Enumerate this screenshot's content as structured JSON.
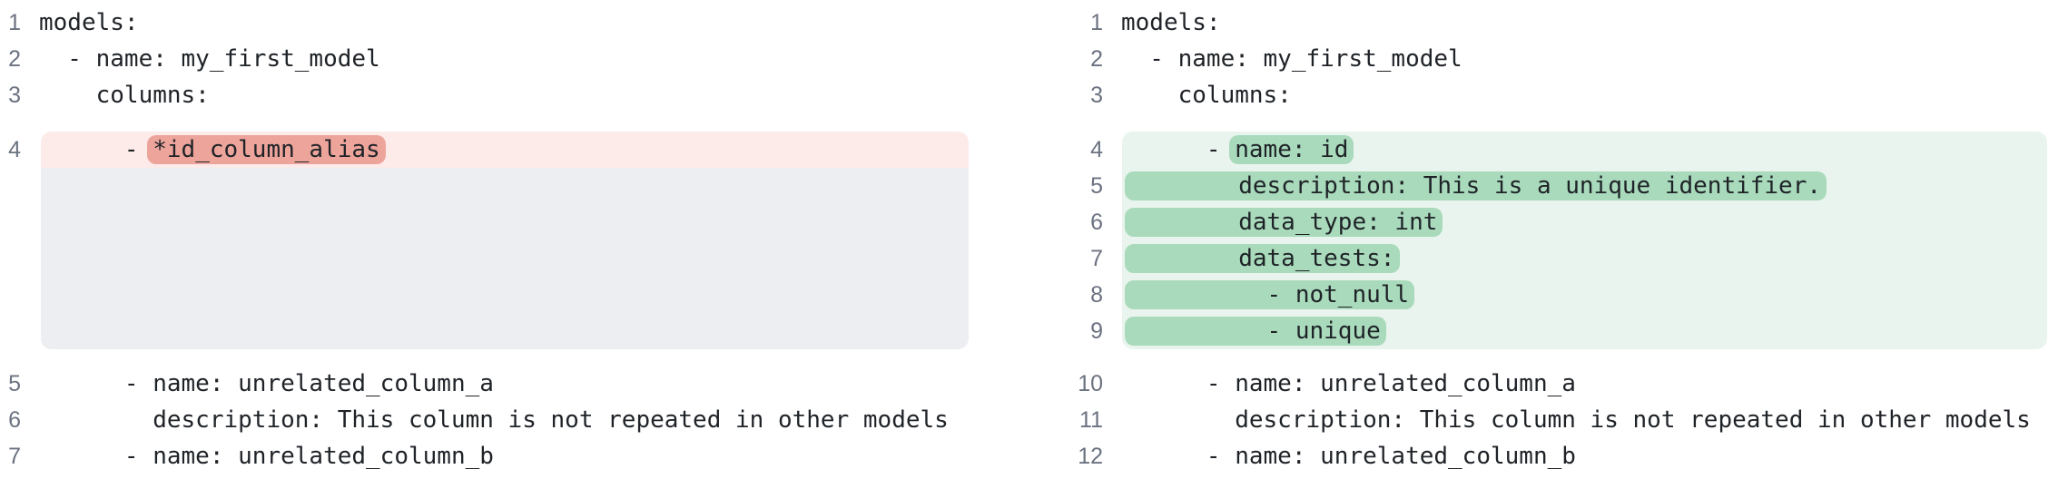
{
  "colors": {
    "removed_line_bg": "#fcebe9",
    "removed_token_bg": "#eda49b",
    "added_block_bg": "#eaf4ee",
    "added_token_bg": "#a8dabb",
    "filler_bg": "#eceef1",
    "line_number_color": "#6b7280",
    "code_text_color": "#1f2328"
  },
  "left_panel": {
    "label": "before",
    "sections": [
      {
        "kind": "plain",
        "lines": [
          {
            "num": "1",
            "segments": [
              {
                "t": "models:"
              }
            ]
          },
          {
            "num": "2",
            "segments": [
              {
                "t": "  - name: my_first_model"
              }
            ]
          },
          {
            "num": "3",
            "segments": [
              {
                "t": "    columns:"
              }
            ]
          }
        ]
      },
      {
        "kind": "block",
        "variant": "removed",
        "filler_rows": 5,
        "lines": [
          {
            "num": "4",
            "segments": [
              {
                "t": "      - "
              },
              {
                "t": "*id_column_alias",
                "mark": true
              }
            ]
          }
        ]
      },
      {
        "kind": "plain",
        "lines": [
          {
            "num": "5",
            "segments": [
              {
                "t": "      - name: unrelated_column_a"
              }
            ]
          },
          {
            "num": "6",
            "segments": [
              {
                "t": "        description: This column is not repeated in other models"
              }
            ]
          },
          {
            "num": "7",
            "segments": [
              {
                "t": "      - name: unrelated_column_b"
              }
            ]
          }
        ]
      }
    ]
  },
  "right_panel": {
    "label": "after",
    "sections": [
      {
        "kind": "plain",
        "lines": [
          {
            "num": "1",
            "segments": [
              {
                "t": "models:"
              }
            ]
          },
          {
            "num": "2",
            "segments": [
              {
                "t": "  - name: my_first_model"
              }
            ]
          },
          {
            "num": "3",
            "segments": [
              {
                "t": "    columns:"
              }
            ]
          }
        ]
      },
      {
        "kind": "block",
        "variant": "added",
        "filler_rows": 0,
        "lines": [
          {
            "num": "4",
            "segments": [
              {
                "t": "      - "
              },
              {
                "t": "name: id",
                "mark": true
              }
            ]
          },
          {
            "num": "5",
            "segments": [
              {
                "t": "        description: This is a unique identifier.",
                "mark": true,
                "fs": true
              }
            ]
          },
          {
            "num": "6",
            "segments": [
              {
                "t": "        data_type: int",
                "mark": true,
                "fs": true
              }
            ]
          },
          {
            "num": "7",
            "segments": [
              {
                "t": "        data_tests:",
                "mark": true,
                "fs": true
              }
            ]
          },
          {
            "num": "8",
            "segments": [
              {
                "t": "          - not_null",
                "mark": true,
                "fs": true
              }
            ]
          },
          {
            "num": "9",
            "segments": [
              {
                "t": "          - unique",
                "mark": true,
                "fs": true
              }
            ]
          }
        ]
      },
      {
        "kind": "plain",
        "lines": [
          {
            "num": "10",
            "segments": [
              {
                "t": "      - name: unrelated_column_a"
              }
            ]
          },
          {
            "num": "11",
            "segments": [
              {
                "t": "        description: This column is not repeated in other models"
              }
            ]
          },
          {
            "num": "12",
            "segments": [
              {
                "t": "      - name: unrelated_column_b"
              }
            ]
          }
        ]
      }
    ]
  }
}
